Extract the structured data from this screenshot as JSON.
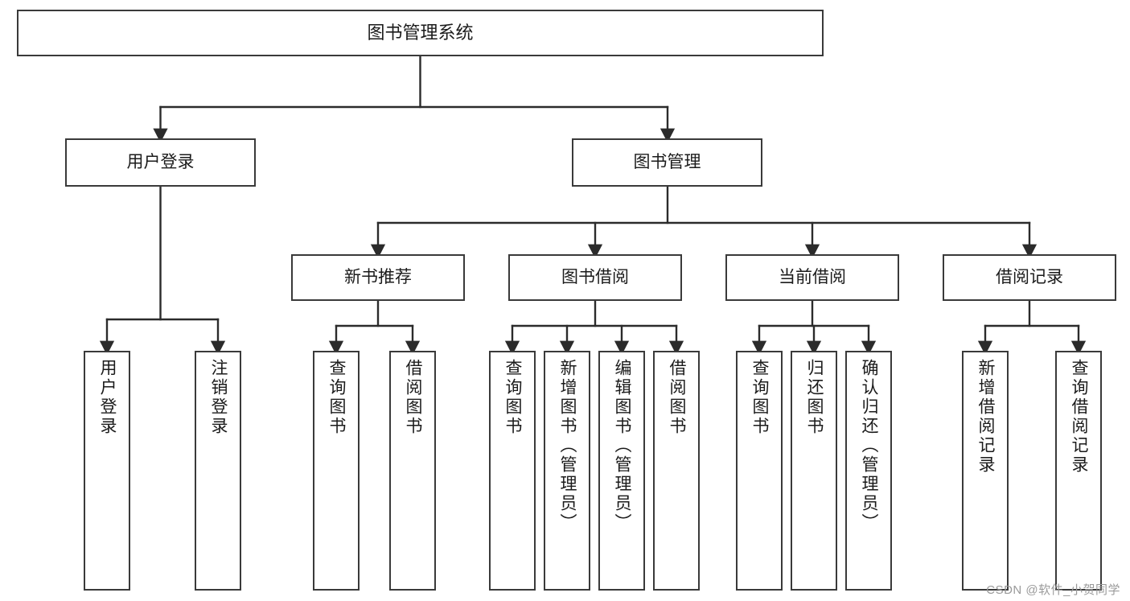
{
  "diagram": {
    "type": "tree-hierarchy",
    "title": "图书管理系统",
    "watermark": "CSDN @软件_小贺同学",
    "colors": {
      "box_border": "#3a3a3a",
      "box_fill": "#ffffff",
      "connector": "#2b2b2b",
      "text": "#1b1b1b",
      "watermark": "#9a9a9a"
    },
    "nodes": {
      "root": {
        "label": "图书管理系统",
        "level": 1
      },
      "l2": [
        {
          "id": "user-login",
          "label": "用户登录",
          "level": 2
        },
        {
          "id": "book-management",
          "label": "图书管理",
          "level": 2
        }
      ],
      "l3": [
        {
          "id": "new-book-recommend",
          "label": "新书推荐",
          "level": 3,
          "parent": "book-management"
        },
        {
          "id": "book-borrow",
          "label": "图书借阅",
          "level": 3,
          "parent": "book-management"
        },
        {
          "id": "current-borrow",
          "label": "当前借阅",
          "level": 3,
          "parent": "book-management"
        },
        {
          "id": "borrow-record",
          "label": "借阅记录",
          "level": 3,
          "parent": "book-management"
        }
      ],
      "leaves": [
        {
          "id": "leaf-user-login",
          "label": "用户登录",
          "parent": "user-login"
        },
        {
          "id": "leaf-logout",
          "label": "注销登录",
          "parent": "user-login"
        },
        {
          "id": "leaf-query-book-1",
          "label": "查询图书",
          "parent": "new-book-recommend"
        },
        {
          "id": "leaf-borrow-book-1",
          "label": "借阅图书",
          "parent": "new-book-recommend"
        },
        {
          "id": "leaf-query-book-2",
          "label": "查询图书",
          "parent": "book-borrow"
        },
        {
          "id": "leaf-add-book",
          "label": "新增图书（管理员）",
          "parent": "book-borrow"
        },
        {
          "id": "leaf-edit-book",
          "label": "编辑图书（管理员）",
          "parent": "book-borrow"
        },
        {
          "id": "leaf-borrow-book-2",
          "label": "借阅图书",
          "parent": "book-borrow"
        },
        {
          "id": "leaf-query-book-3",
          "label": "查询图书",
          "parent": "current-borrow"
        },
        {
          "id": "leaf-return-book",
          "label": "归还图书",
          "parent": "current-borrow"
        },
        {
          "id": "leaf-confirm-return",
          "label": "确认归还（管理员）",
          "parent": "current-borrow"
        },
        {
          "id": "leaf-add-record",
          "label": "新增借阅记录",
          "parent": "borrow-record"
        },
        {
          "id": "leaf-query-record",
          "label": "查询借阅记录",
          "parent": "borrow-record"
        }
      ]
    }
  }
}
